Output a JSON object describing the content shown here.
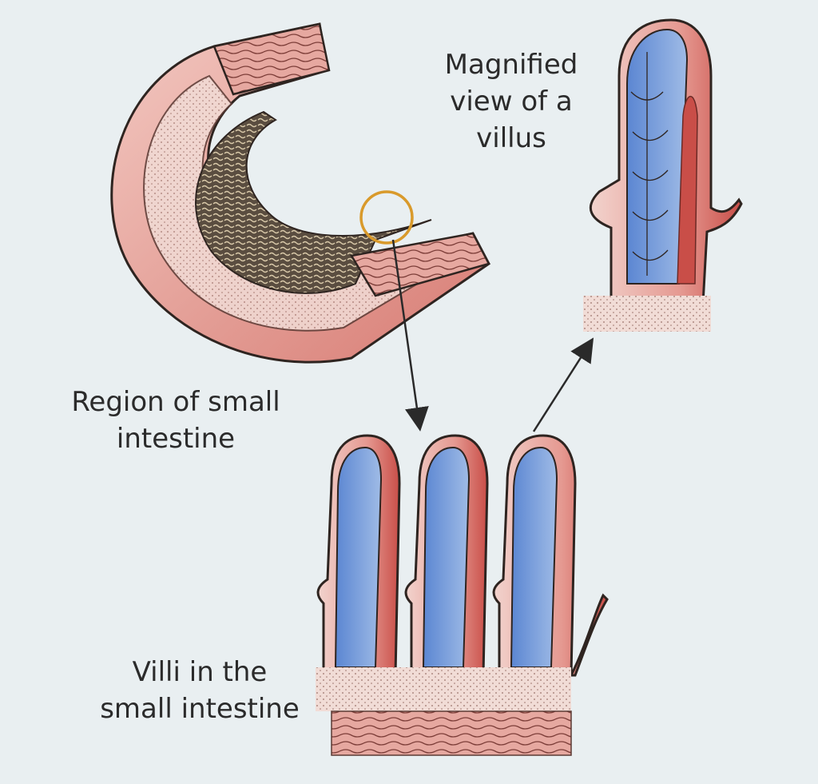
{
  "labels": {
    "magnified": [
      "Magnified",
      "view of a",
      "villus"
    ],
    "region": [
      "Region of small",
      "intestine"
    ],
    "villi": [
      "Villi in the",
      "small intestine"
    ]
  },
  "colors": {
    "background": "#e9eff1",
    "tissue_pink": "#e8a29a",
    "tissue_red": "#c9564f",
    "vessel_blue": "#6f96d8",
    "mucosa_dark": "#4a3f35",
    "highlight_ring": "#d99a2b",
    "outline": "#2e2420"
  }
}
